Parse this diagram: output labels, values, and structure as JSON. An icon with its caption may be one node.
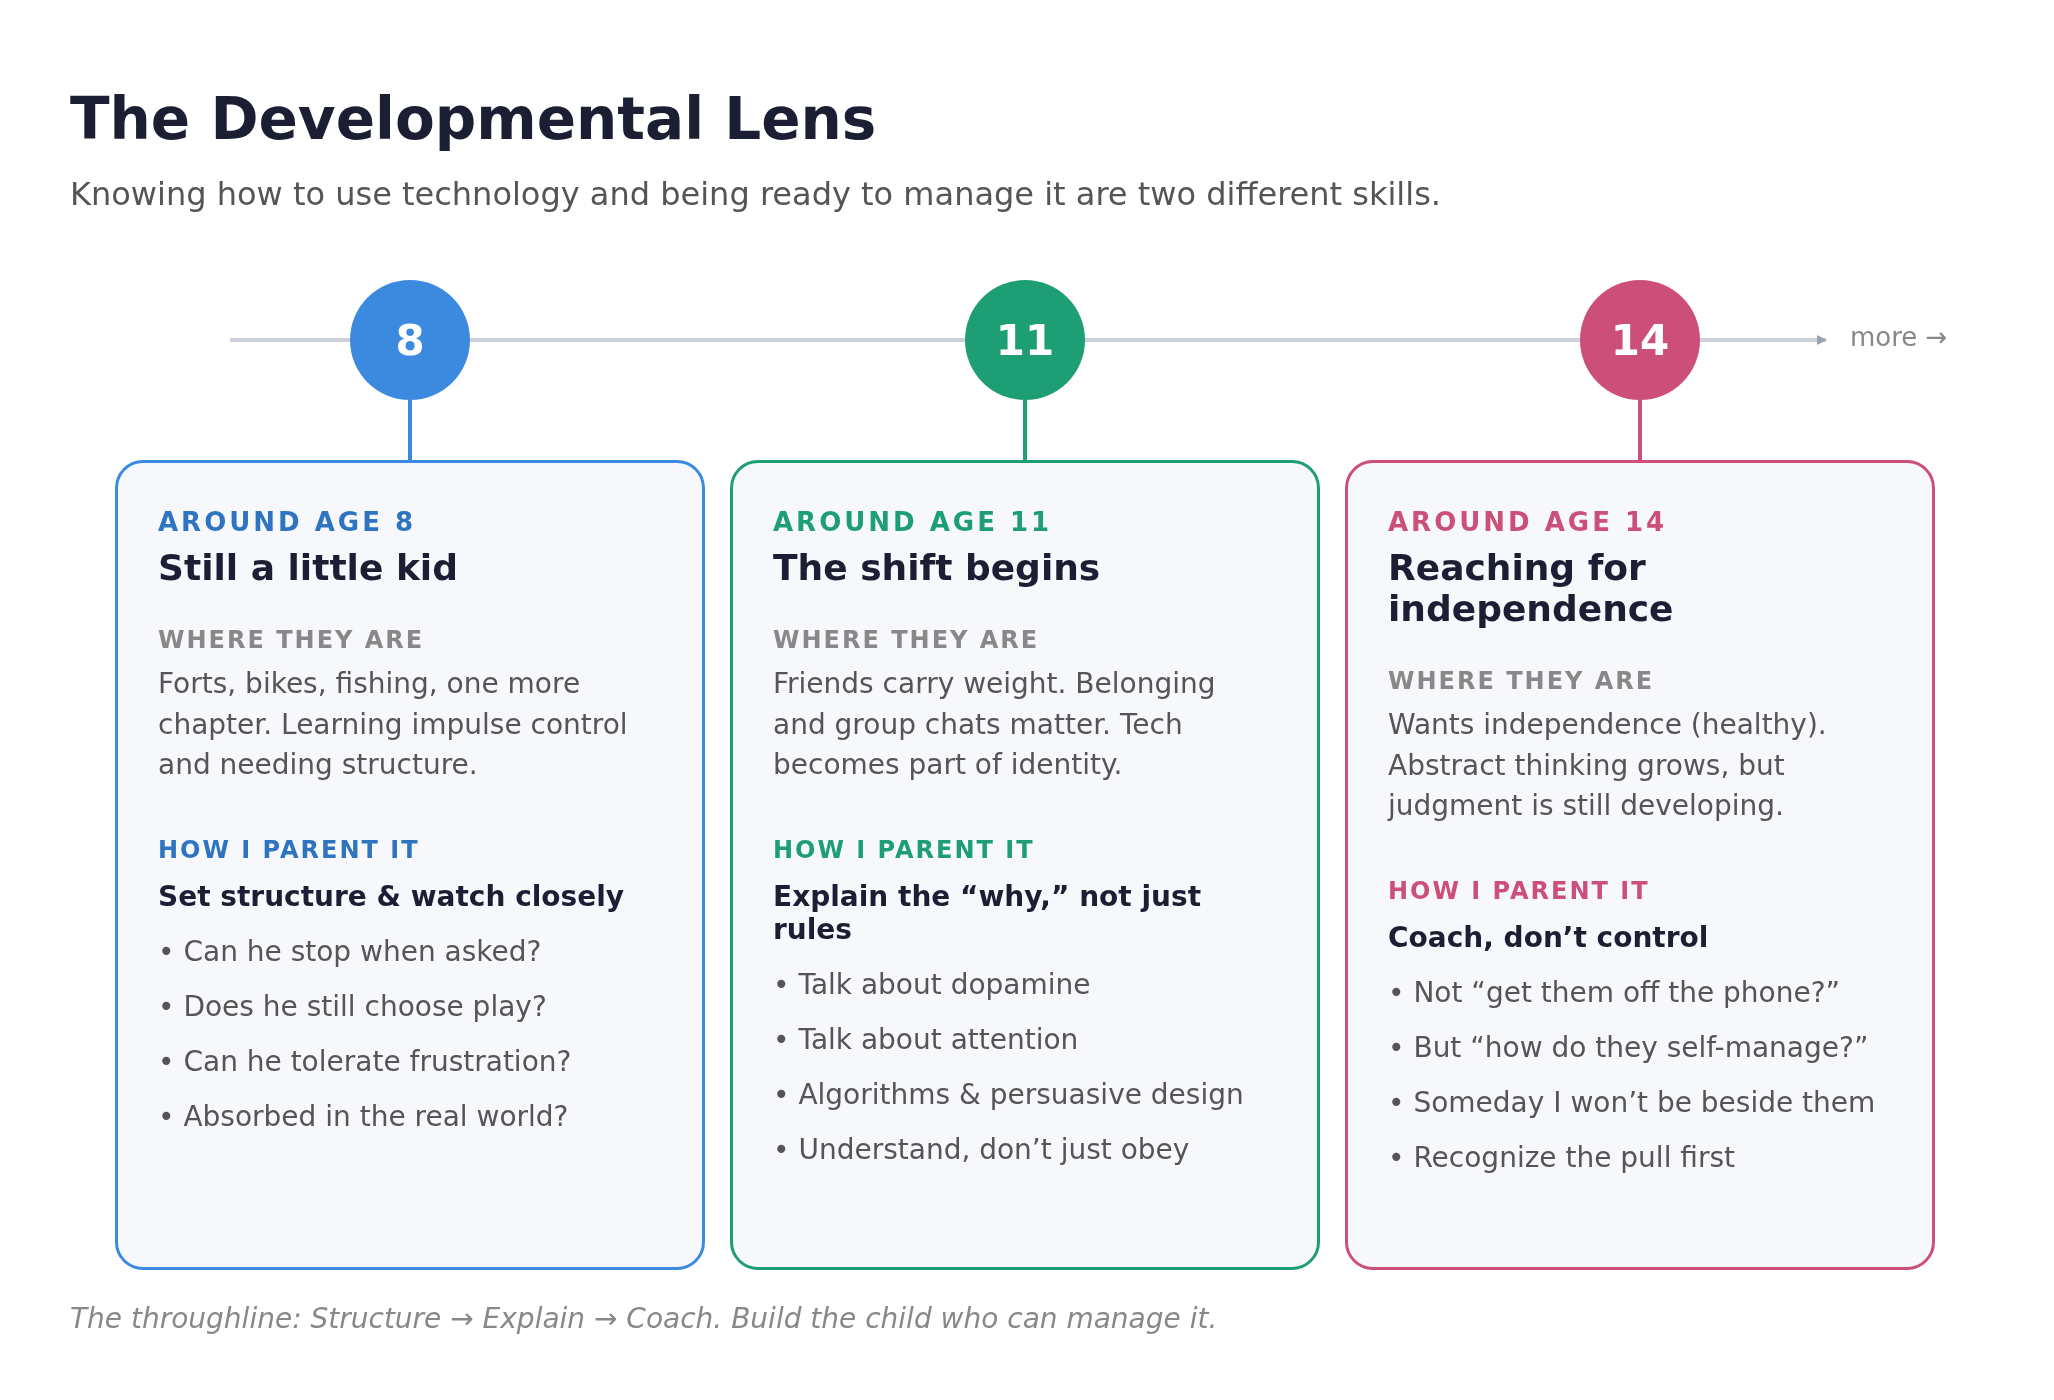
{
  "diagram": {
    "title": "The Developmental Lens",
    "caption": "The throughline: Structure → Explain → Coach. Build the child who can manage it.",
    "nodes": [
      {
        "text": [
          "8"
        ]
      },
      {
        "text": [
          "11"
        ]
      },
      {
        "text": [
          "14"
        ]
      },
      {
        "text": [
          "AROUND AGE 8",
          "Still a little kid",
          "WHERE THEY ARE",
          "Forts, bikes, fishing, one more chapter. Learning impulse control and needing structure.",
          "HOW I PARENT IT",
          "Set structure & watch closely",
          "• Can he stop when asked?",
          "• Does he still choose play?",
          "• Can he tolerate frustration?",
          "• Absorbed in the real world?"
        ]
      },
      {
        "text": [
          "AROUND AGE 11",
          "The shift begins",
          "WHERE THEY ARE",
          "Friends carry weight. Belonging and group chats matter. Tech becomes part of identity.",
          "HOW I PARENT IT",
          "Explain the “why,” not just rules",
          "• Talk about dopamine",
          "• Talk about attention",
          "• Algorithms & persuasive design",
          "• Understand, don’t just obey"
        ]
      },
      {
        "text": [
          "AROUND AGE 14",
          "Reaching for independence",
          "WHERE THEY ARE",
          "Wants independence (healthy). Abstract thinking grows, but judgment is still developing.",
          "HOW I PARENT IT",
          "Coach, don’t control",
          "• Not “get them off the phone?”",
          "• But “how do they self-manage?”",
          "• Someday I won’t be beside them",
          "• Recognize the pull first"
        ]
      },
      {
        "text": [
          "more →"
        ]
      }
    ],
    "edges": [
      {
        "from": null,
        "to": 0,
        "arrow": "none"
      },
      {
        "from": 0,
        "to": 1,
        "arrow": "none"
      },
      {
        "from": 1,
        "to": 2,
        "arrow": "none"
      },
      {
        "from": 2,
        "to": 6,
        "arrow": "to"
      },
      {
        "from": 0,
        "to": 3,
        "arrow": "none",
        "color": "#3b8ae0"
      },
      {
        "from": 1,
        "to": 4,
        "arrow": "none",
        "color": "#1e9e74"
      },
      {
        "from": 2,
        "to": 5,
        "arrow": "none",
        "color": "#cc4f7a"
      }
    ],
    "labels": [
      "Knowing how to use technology and being ready to manage it are two different skills."
    ]
  }
}
